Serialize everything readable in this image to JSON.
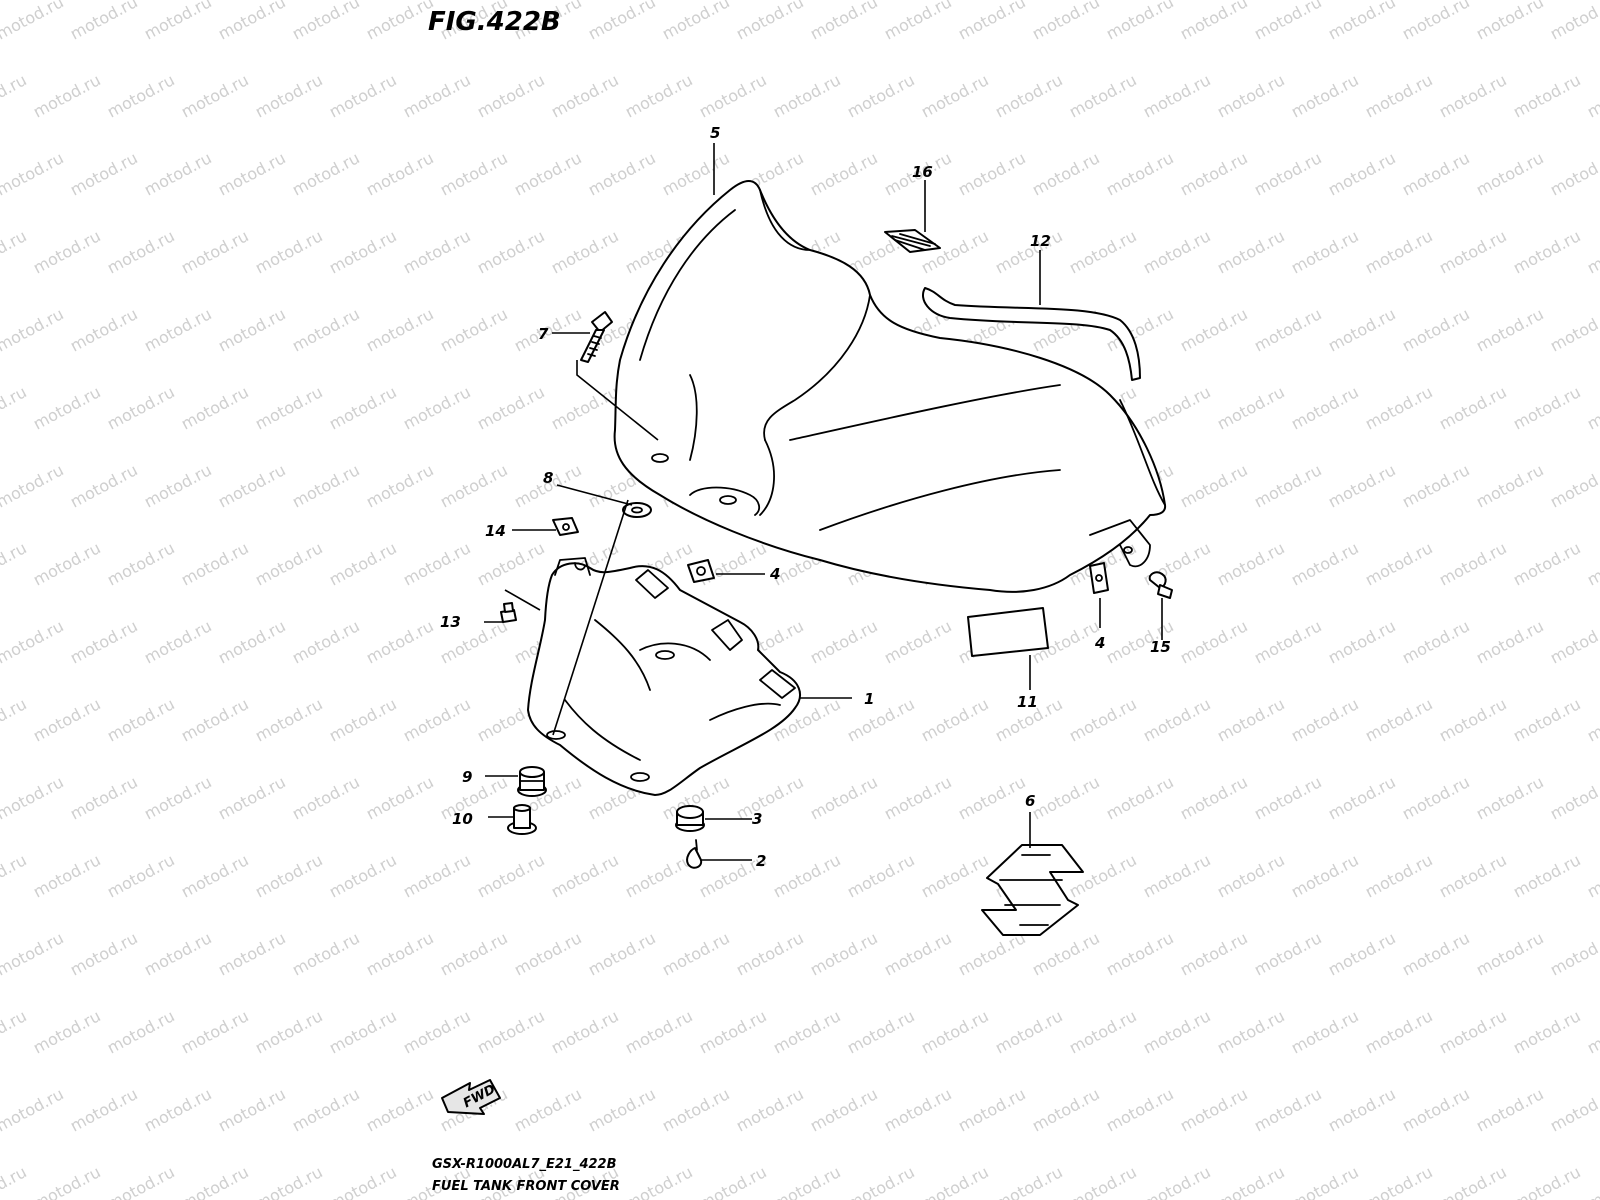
{
  "figure": {
    "title": "FIG.422B",
    "model_code": "GSX-R1000AL7_E21_422B",
    "caption": "FUEL TANK FRONT COVER"
  },
  "watermark": {
    "text": "motod.ru"
  },
  "fwd_arrow": {
    "label": "FWD"
  },
  "callouts": [
    {
      "id": "1",
      "label": "1"
    },
    {
      "id": "2",
      "label": "2"
    },
    {
      "id": "3",
      "label": "3"
    },
    {
      "id": "4a",
      "label": "4"
    },
    {
      "id": "4b",
      "label": "4"
    },
    {
      "id": "5",
      "label": "5"
    },
    {
      "id": "6",
      "label": "6"
    },
    {
      "id": "7",
      "label": "7"
    },
    {
      "id": "8",
      "label": "8"
    },
    {
      "id": "9",
      "label": "9"
    },
    {
      "id": "10",
      "label": "10"
    },
    {
      "id": "11",
      "label": "11"
    },
    {
      "id": "12",
      "label": "12"
    },
    {
      "id": "13",
      "label": "13"
    },
    {
      "id": "14",
      "label": "14"
    },
    {
      "id": "15",
      "label": "15"
    },
    {
      "id": "16",
      "label": "16"
    }
  ]
}
